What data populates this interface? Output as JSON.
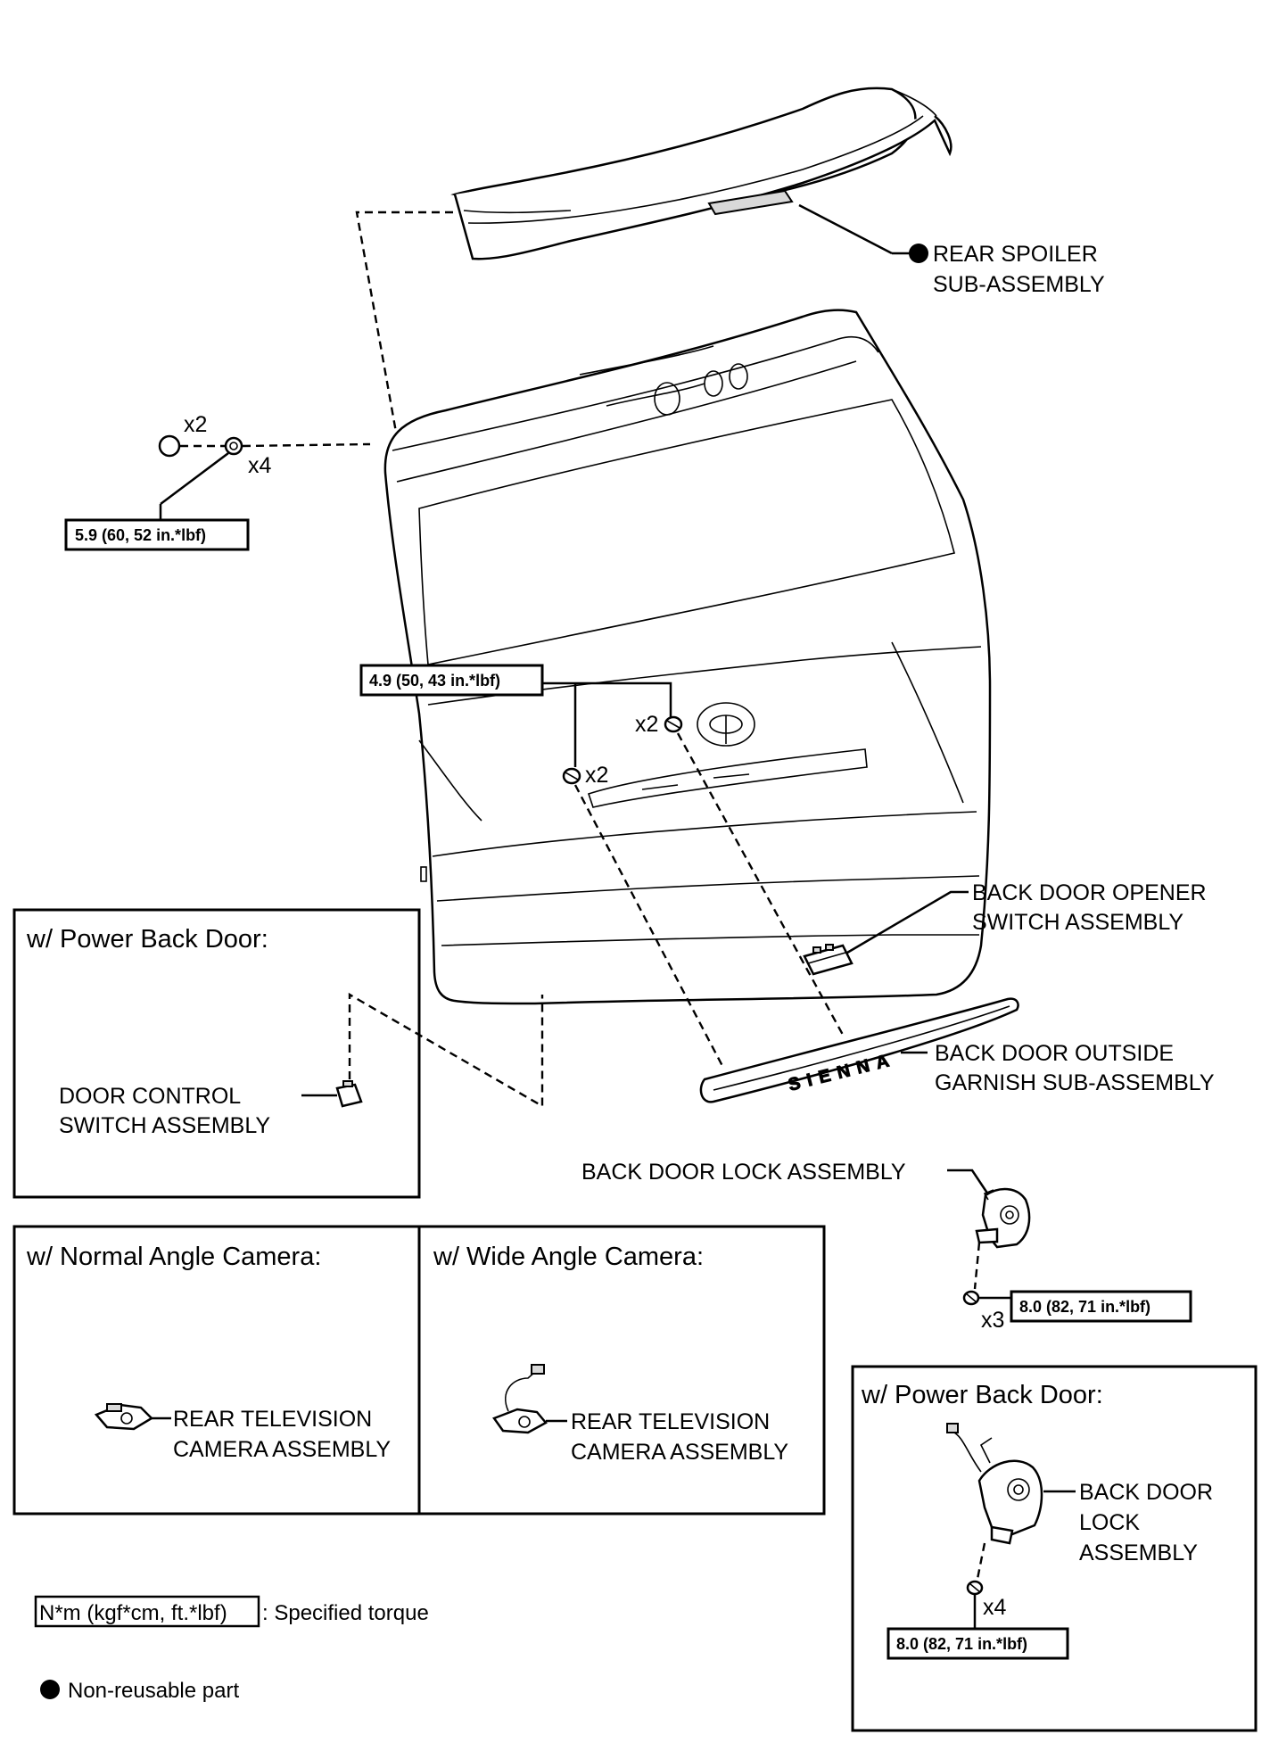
{
  "parts": {
    "rear_spoiler": [
      "REAR SPOILER",
      "SUB-ASSEMBLY"
    ],
    "opener_switch": [
      "BACK DOOR OPENER",
      "SWITCH ASSEMBLY"
    ],
    "outside_garnish": [
      "BACK DOOR OUTSIDE",
      "GARNISH SUB-ASSEMBLY"
    ],
    "lock_assembly": "BACK DOOR LOCK ASSEMBLY",
    "door_control_switch": [
      "DOOR CONTROL",
      "SWITCH ASSEMBLY"
    ],
    "camera_normal": [
      "REAR TELEVISION",
      "CAMERA ASSEMBLY"
    ],
    "camera_wide": [
      "REAR TELEVISION",
      "CAMERA ASSEMBLY"
    ],
    "lock_assembly_power": [
      "BACK DOOR",
      "LOCK",
      "ASSEMBLY"
    ]
  },
  "garnish_text": "SIENNA",
  "quantities": {
    "clip_top": "x2",
    "nut_top": "x4",
    "nut_mid_right": "x2",
    "nut_mid_left": "x2",
    "lock_bolts": "x3",
    "lock_bolts_power": "x4"
  },
  "torques": {
    "spoiler_nut": "5.9 (60, 52 in.*lbf)",
    "garnish_nut": "4.9 (50, 43 in.*lbf)",
    "lock_bolt": "8.0 (82, 71 in.*lbf)",
    "lock_bolt_power": "8.0 (82, 71 in.*lbf)"
  },
  "panels": {
    "power_back_door_left": "w/ Power Back Door:",
    "normal_camera": "w/ Normal Angle Camera:",
    "wide_camera": "w/ Wide Angle Camera:",
    "power_back_door_right": "w/ Power Back Door:"
  },
  "legend": {
    "torque_unit": "N*m (kgf*cm, ft.*lbf)",
    "torque_desc": ": Specified torque",
    "nonreusable": "Non-reusable part"
  }
}
